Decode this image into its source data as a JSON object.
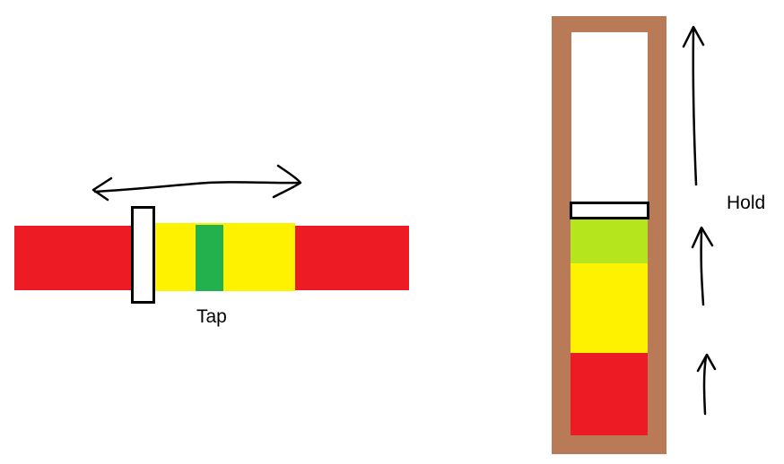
{
  "labels": {
    "tap": "Tap",
    "hold": "Hold"
  },
  "colors": {
    "red": "#ED1C24",
    "yellow": "#FFF200",
    "green": "#22B14C",
    "lime": "#B5E61D",
    "brown": "#B97A57",
    "white": "#FFFFFF",
    "black": "#000000"
  },
  "icons": {
    "tap_direction": "double-headed-arrow-horizontal",
    "hold_direction": "up-arrows"
  }
}
